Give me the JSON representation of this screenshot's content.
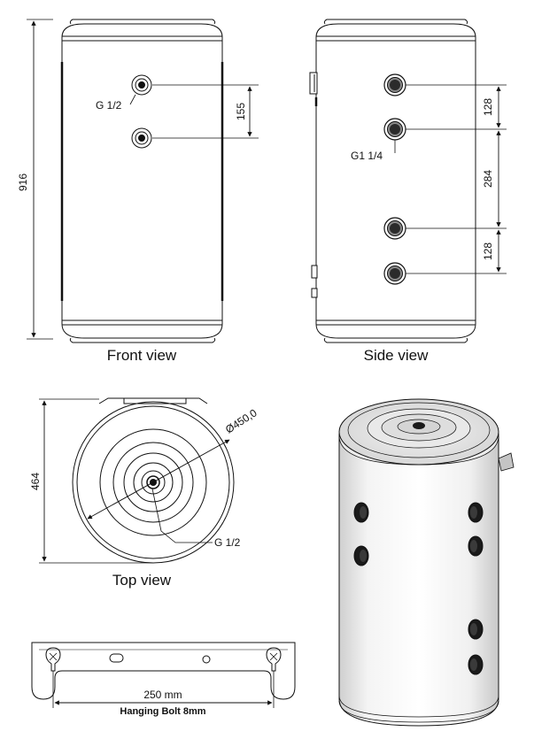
{
  "front_view": {
    "caption": "Front view",
    "height_dim": "916",
    "spacing_dim": "155",
    "connection_label": "G 1/2"
  },
  "side_view": {
    "caption": "Side view",
    "dim_top": "128",
    "dim_middle": "284",
    "dim_bottom": "128",
    "connection_label": "G1 1/4"
  },
  "top_view": {
    "caption": "Top view",
    "height_dim": "464",
    "diameter_dim": "Ø450,0",
    "connection_label": "G 1/2"
  },
  "hanging_bracket": {
    "distance_dim": "250 mm",
    "caption": "Hanging Bolt 8mm"
  },
  "colors": {
    "line": "#111111",
    "tank_shading": "#d9d9d9",
    "port_dark": "#1a1a1a"
  }
}
